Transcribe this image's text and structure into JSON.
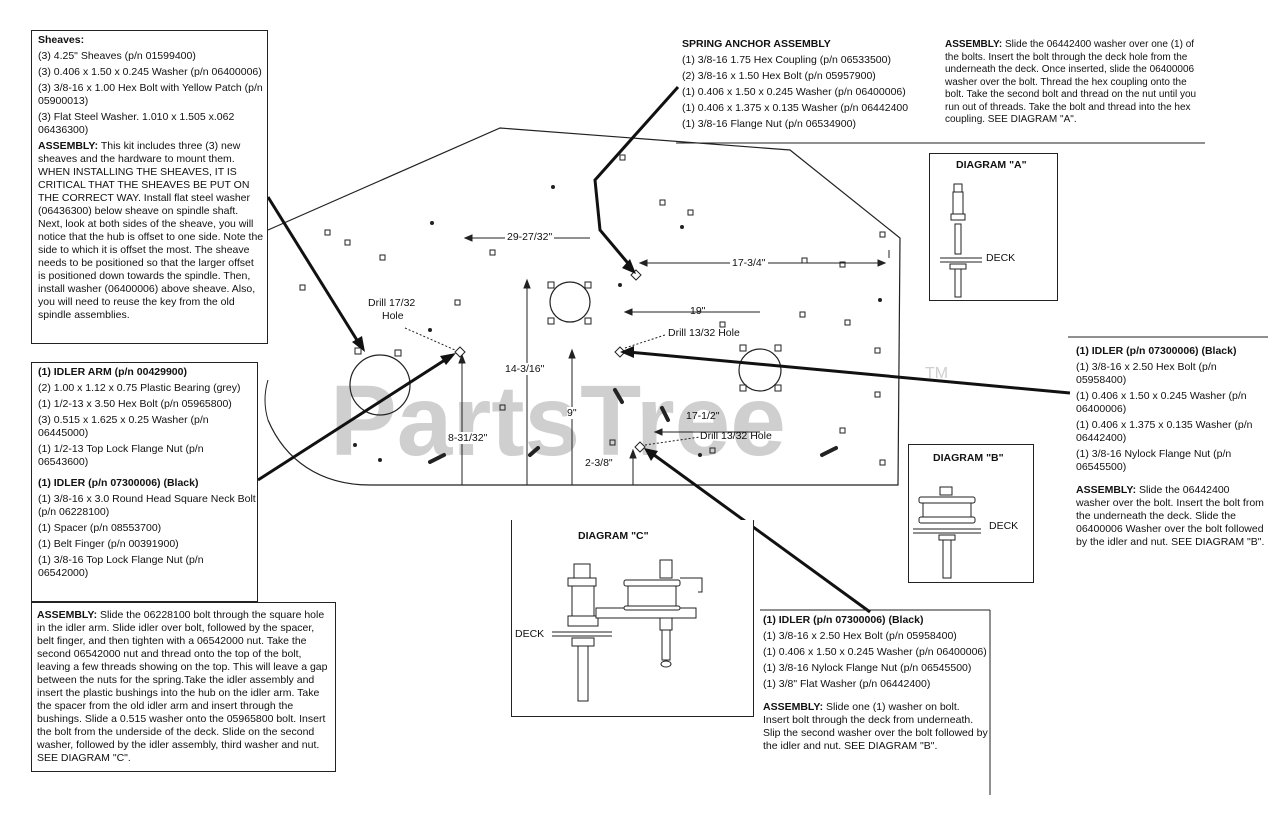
{
  "watermark": {
    "text": "PartsTree",
    "tm": "TM"
  },
  "sheaves": {
    "title": "Sheaves:",
    "items": [
      "(3) 4.25\" Sheaves (p/n 01599400)",
      "(3) 0.406 x 1.50 x 0.245 Washer (p/n 06400006)",
      "(3) 3/8-16 x 1.00 Hex Bolt with Yellow Patch (p/n 05900013)",
      "(3) Flat Steel Washer. 1.010 x 1.505 x.062 06436300)"
    ],
    "assembly_label": "ASSEMBLY:",
    "assembly_text": "This kit includes three (3) new sheaves and the hardware to mount them. WHEN INSTALLING THE SHEAVES, IT IS CRITICAL THAT THE SHEAVES BE PUT ON THE CORRECT WAY. Install flat steel washer (06436300) below sheave on spindle shaft. Next, look at both sides of the sheave, you will notice that the hub is offset to one side. Note the side to which it is offset the most. The sheave needs to be positioned so that the larger offset is positioned down towards the spindle. Then, install washer (06400006) above sheave. Also, you will need to reuse the key from the old spindle assemblies."
  },
  "idler_arm": {
    "title": "(1) IDLER ARM (p/n 00429900)",
    "items": [
      "(2) 1.00 x 1.12 x 0.75 Plastic Bearing (grey)",
      "(1) 1/2-13 x 3.50 Hex Bolt (p/n 05965800)",
      "(3) 0.515 x 1.625 x 0.25 Washer (p/n 06445000)",
      "(1) 1/2-13 Top Lock Flange Nut (p/n 06543600)"
    ],
    "idler_title": "(1) IDLER (p/n 07300006) (Black)",
    "idler_items": [
      "(1) 3/8-16 x 3.0 Round Head Square Neck Bolt (p/n 06228100)",
      "(1) Spacer (p/n 08553700)",
      "(1) Belt Finger (p/n 00391900)",
      "(1) 3/8-16 Top Lock Flange Nut (p/n 06542000)"
    ],
    "assembly_label": "ASSEMBLY:",
    "assembly_text": "Slide the 06228100 bolt through the square hole in the idler arm. Slide idler over bolt, followed by the spacer, belt finger, and then tighten with a 06542000 nut. Take the second 06542000 nut and thread onto the top of the bolt, leaving a few threads showing on the top. This will leave a gap between the nuts for the spring.Take the idler assembly and insert the plastic bushings into the hub on the idler arm. Take the spacer from the old idler arm and insert through the bushings. Slide a 0.515 washer onto the 05965800 bolt. Insert the bolt from the underside of the deck. Slide on the second washer, followed by the idler assembly, third washer and nut. SEE DIAGRAM \"C\"."
  },
  "spring_anchor": {
    "title": "SPRING ANCHOR ASSEMBLY",
    "items": [
      "(1) 3/8-16 1.75 Hex Coupling (p/n 06533500)",
      "(2) 3/8-16 x 1.50 Hex Bolt (p/n 05957900)",
      "(1) 0.406 x 1.50 x 0.245 Washer (p/n 06400006)",
      "(1) 0.406 x 1.375 x 0.135 Washer (p/n 06442400",
      "(1) 3/8-16 Flange Nut (p/n 06534900)"
    ],
    "assembly_label": "ASSEMBLY:",
    "assembly_text": "Slide the 06442400 washer over one (1) of the bolts. Insert the bolt through the deck hole from the underneath the deck. Once inserted, slide the 06400006 washer over the bolt. Thread the hex coupling onto the bolt. Take the second bolt and thread on the nut until you run out of threads. Take the bolt and thread into the hex coupling. SEE DIAGRAM \"A\"."
  },
  "idler_right": {
    "title": "(1) IDLER (p/n 07300006) (Black)",
    "items": [
      "(1) 3/8-16 x 2.50 Hex Bolt (p/n 05958400)",
      "(1) 0.406 x 1.50 x 0.245 Washer (p/n 06400006)",
      "(1) 0.406 x 1.375 x 0.135 Washer (p/n 06442400)",
      "(1) 3/8-16 Nylock Flange Nut (p/n 06545500)"
    ],
    "assembly_label": "ASSEMBLY:",
    "assembly_text": "Slide the 06442400 washer over the bolt. Insert the bolt from the underneath the deck. Slide the 06400006 Washer over the bolt followed by the idler and nut. SEE DIAGRAM \"B\"."
  },
  "idler_bottom": {
    "title": "(1) IDLER (p/n 07300006) (Black)",
    "items": [
      "(1) 3/8-16 x 2.50 Hex Bolt (p/n 05958400)",
      "(1) 0.406 x 1.50 x 0.245 Washer (p/n 06400006)",
      "(1) 3/8-16 Nylock Flange Nut (p/n 06545500)",
      "(1) 3/8\" Flat Washer (p/n 06442400)"
    ],
    "assembly_label": "ASSEMBLY:",
    "assembly_text": "Slide one (1) washer on bolt. Insert bolt through the deck from underneath. Slip the second washer over the bolt followed by the idler and nut. SEE DIAGRAM \"B\"."
  },
  "diagrams": {
    "a": {
      "title": "DIAGRAM \"A\"",
      "label": "DECK"
    },
    "b": {
      "title": "DIAGRAM \"B\"",
      "label": "DECK"
    },
    "c": {
      "title": "DIAGRAM \"C\"",
      "label": "DECK"
    }
  },
  "dimensions": {
    "d1": "29-27/32\"",
    "d2": "17-3/4\"",
    "d3": "19\"",
    "d4": "14-3/16\"",
    "d5": "9\"",
    "d6": "8-31/32\"",
    "d7": "17-1/2\"",
    "d8": "2-3/8\"",
    "drill1": "Drill 17/32",
    "drill1b": "Hole",
    "drill2": "Drill 13/32 Hole",
    "drill3": "Drill 13/32 Hole"
  }
}
